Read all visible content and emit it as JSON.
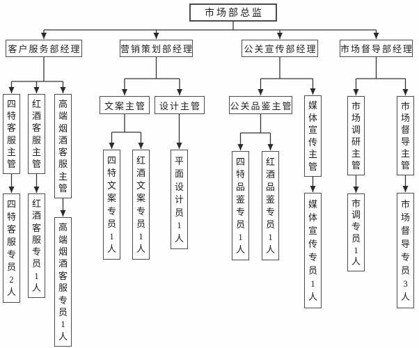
{
  "colors": {
    "line": "#333333",
    "box_border": "#4b4b4b",
    "text": "#1c1c1c",
    "background": "#ffffff"
  },
  "org": {
    "root": "市场部总监",
    "branches": [
      {
        "manager": "客户服务部经理",
        "units": [
          {
            "supervisor": "四特客服主管",
            "staff": [
              "四特客服专员2人"
            ]
          },
          {
            "supervisor": "红酒客服主管",
            "staff": [
              "红酒客服专员1人"
            ]
          },
          {
            "supervisor": "高端烟酒客服主管",
            "staff": [
              "高端烟酒客服专员1人"
            ]
          }
        ]
      },
      {
        "manager": "营销策划部经理",
        "units": [
          {
            "supervisor": "文案主管",
            "staff": [
              "四特文案专员1人",
              "红酒文案专员1人"
            ]
          },
          {
            "supervisor": "设计主管",
            "staff": [
              "平面设计员1人"
            ]
          }
        ]
      },
      {
        "manager": "公关宣传部经理",
        "units": [
          {
            "supervisor": "公关品鉴主管",
            "staff": [
              "四特品鉴专员1人",
              "红酒品鉴专员1人"
            ]
          },
          {
            "supervisor": "媒体宣传主管",
            "staff": [
              "媒体宣传专员1人"
            ]
          }
        ]
      },
      {
        "manager": "市场督导部经理",
        "units": [
          {
            "supervisor": "市场调研主管",
            "staff": [
              "市调专员1人"
            ]
          },
          {
            "supervisor": "市场督导主管",
            "staff": [
              "市场督导专员3人"
            ]
          }
        ]
      }
    ]
  }
}
